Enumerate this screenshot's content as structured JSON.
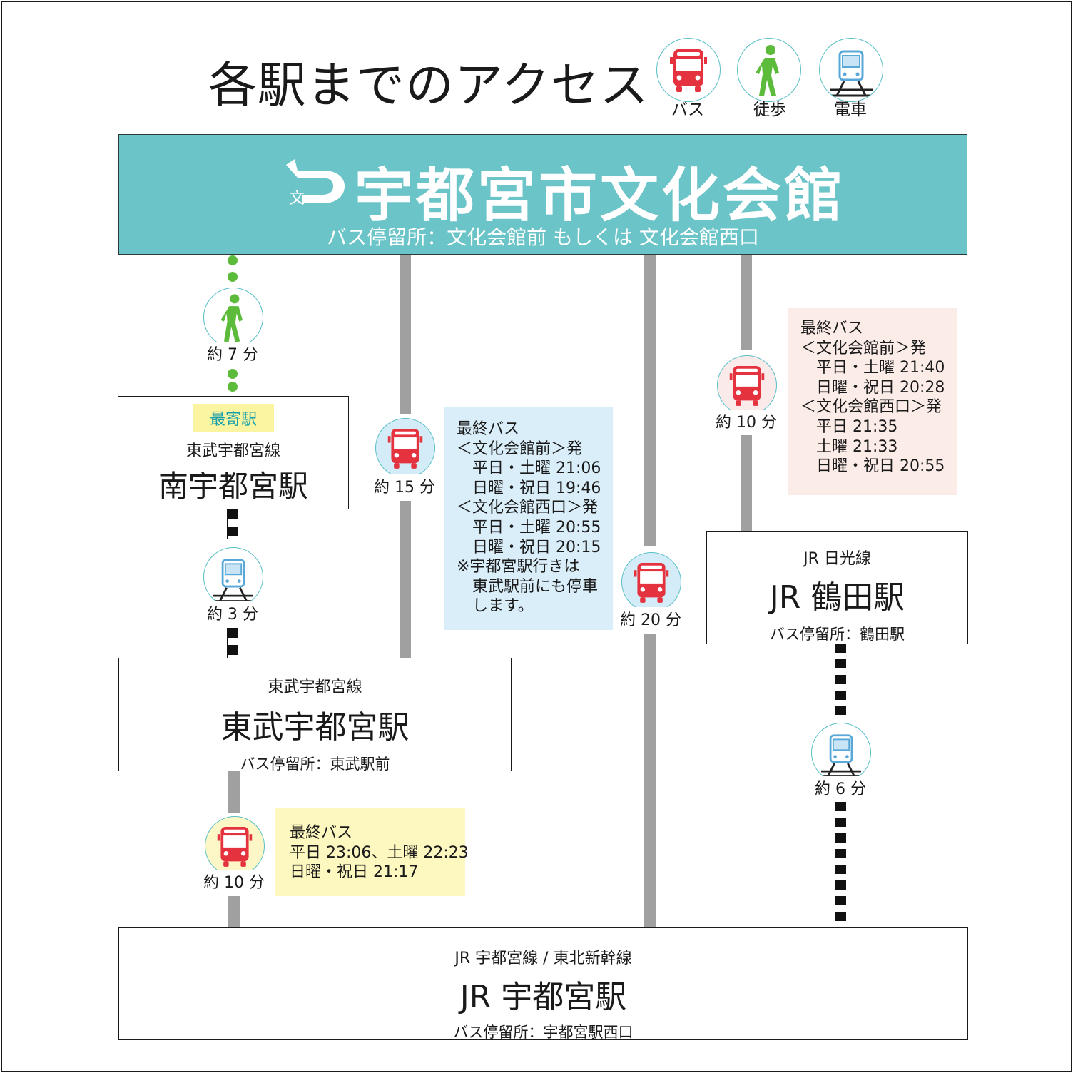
{
  "title": "各駅までのアクセス",
  "legend": [
    {
      "icon": "bus-icon",
      "label": "バス"
    },
    {
      "icon": "walking-person-icon",
      "label": "徒歩"
    },
    {
      "icon": "train-icon",
      "label": "電車"
    }
  ],
  "header": {
    "logo": "文",
    "name": "宇都宮市文化会館",
    "bus_stops": "バス停留所：文化会館前 もしくは 文化会館西口"
  },
  "segments": {
    "walk_to_minami": "約 7 分",
    "train_minami_to_tobu": "約 3 分",
    "bus_to_tobu": "約 15 分",
    "bus_tobu_to_jr": "約 10 分",
    "bus_to_jr_utsunomiya": "約 20 分",
    "bus_to_tsuruta": "約 10 分",
    "train_tsuruta_to_jr": "約 6 分"
  },
  "stations": {
    "minami": {
      "badge": "最寄駅",
      "line": "東武宇都宮線",
      "name": "南宇都宮駅"
    },
    "tobu": {
      "line": "東武宇都宮線",
      "name": "東武宇都宮駅",
      "stop": "バス停留所：東武駅前"
    },
    "tsuruta": {
      "line": "JR 日光線",
      "name": "JR 鶴田駅",
      "stop": "バス停留所：鶴田駅"
    },
    "jr_utsunomiya": {
      "line": "JR 宇都宮線 / 東北新幹線",
      "name": "JR 宇都宮駅",
      "stop": "バス停留所：宇都宮駅西口"
    }
  },
  "last_bus": {
    "tobu": "最終バス\n＜文化会館前＞発\n　平日・土曜 21:06\n　日曜・祝日 19:46\n＜文化会館西口＞発\n　平日・土曜 20:55\n　日曜・祝日 20:15\n※宇都宮駅行きは\n　東武駅前にも停車\n　します。",
    "tsuruta": "最終バス\n＜文化会館前＞発\n　平日・土曜 21:40\n　日曜・祝日 20:28\n＜文化会館西口＞発\n　平日 21:35\n　土曜 21:33\n　日曜・祝日 20:55",
    "tobu_to_jr": "最終バス\n平日 23:06、土曜 22:23\n日曜・祝日 21:17"
  },
  "colors": {
    "header": "#6bc4c8",
    "bus": "#e4323e",
    "walk": "#5dbb3c",
    "train": "#5aa8d8",
    "track_gray": "#a0a0a0"
  }
}
